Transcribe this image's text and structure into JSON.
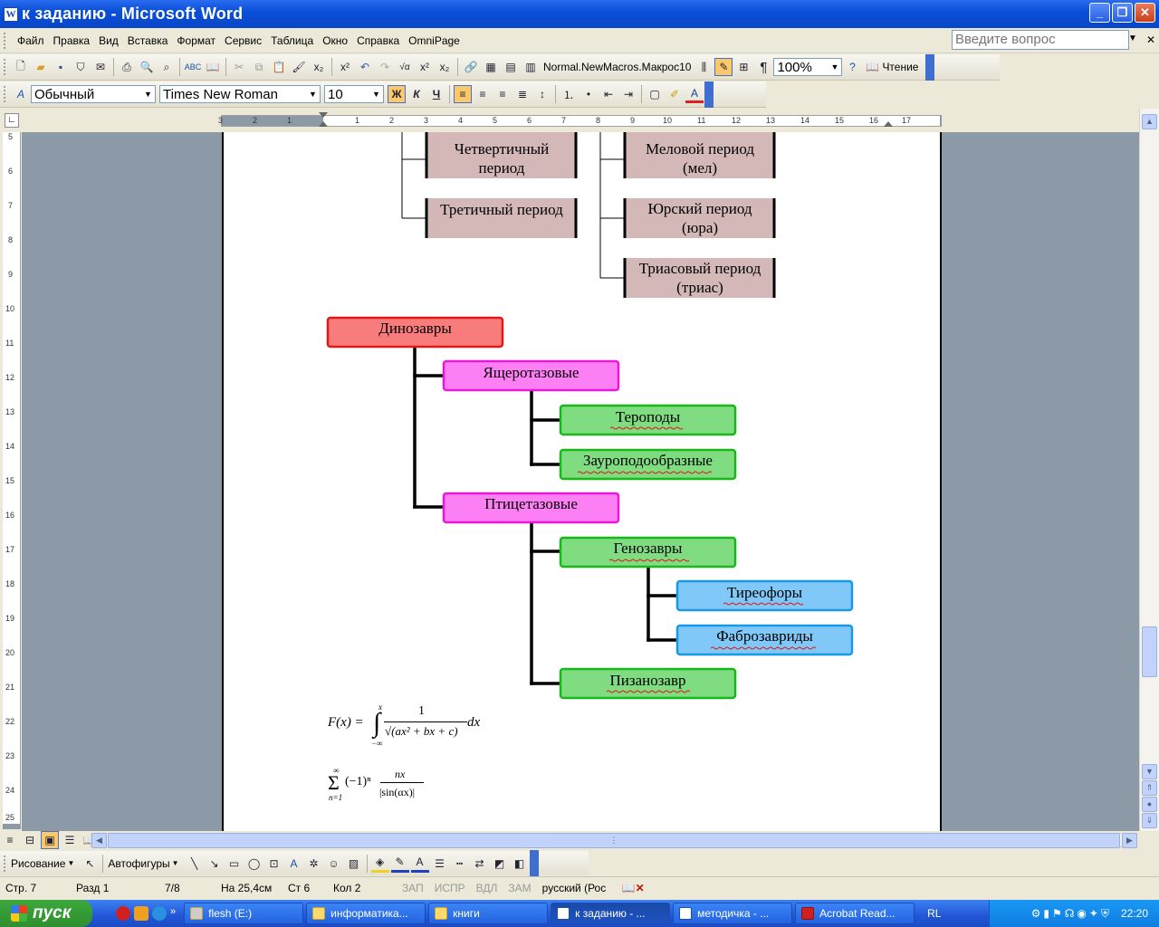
{
  "window": {
    "title": "к заданию - Microsoft Word",
    "minimize": "_",
    "restore": "❐",
    "close": "✕"
  },
  "menu": [
    "Файл",
    "Правка",
    "Вид",
    "Вставка",
    "Формат",
    "Сервис",
    "Таблица",
    "Окно",
    "Справка",
    "OmniPage"
  ],
  "ask_box": {
    "placeholder": "Введите вопрос"
  },
  "toolbar": {
    "macro": "Normal.NewMacros.Макрос10",
    "zoom": "100%",
    "reading": "Чтение"
  },
  "formatting": {
    "style": "Обычный",
    "font": "Times New Roman",
    "size": "10",
    "bold": "Ж",
    "italic": "К",
    "underline": "Ч"
  },
  "ruler_h": [
    "3",
    "2",
    "1",
    "1",
    "2",
    "3",
    "4",
    "5",
    "6",
    "7",
    "8",
    "9",
    "10",
    "11",
    "12",
    "13",
    "14",
    "15",
    "16",
    "17"
  ],
  "ruler_v": [
    "5",
    "6",
    "7",
    "8",
    "9",
    "10",
    "11",
    "12",
    "13",
    "14",
    "15",
    "16",
    "17",
    "18",
    "19",
    "20",
    "21",
    "22",
    "23",
    "24",
    "25"
  ],
  "document": {
    "periods_left": [
      "Четвертичный период",
      "Третичный период"
    ],
    "periods_right": [
      "Меловой период (мел)",
      "Юрский период (юра)",
      "Триасовый период (триас)"
    ],
    "tree": {
      "root": "Динозавры",
      "group1": "Ящеротазовые",
      "group1_children": [
        "Тероподы",
        "Зауроподообразные"
      ],
      "group2": "Птицетазовые",
      "group2_child": "Генозавры",
      "genosaur_children": [
        "Тиреофоры",
        "Фаброзавриды"
      ],
      "group2_child2": "Пизанозавр"
    },
    "formula1": {
      "lhs": "F(x) =",
      "numerator": "1",
      "denominator": "√(ax² + bx + c)",
      "dx": "dx",
      "upper": "x",
      "lower": "−∞"
    },
    "formula2": {
      "sum_top": "∞",
      "sum_bottom": "n=1",
      "term": "(−1)ⁿ",
      "numerator": "nx",
      "denominator": "|sin(αx)|"
    }
  },
  "drawing": {
    "draw": "Рисование",
    "autoshapes": "Автофигуры"
  },
  "status": {
    "page": "Стр. 7",
    "section": "Разд 1",
    "pages": "7/8",
    "at": "На 25,4см",
    "line": "Ст 6",
    "col": "Кол 2",
    "rec": "ЗАП",
    "trk": "ИСПР",
    "ext": "ВДЛ",
    "ovr": "ЗАМ",
    "lang": "русский (Рос"
  },
  "taskbar": {
    "start": "пуск",
    "tasks": [
      "flesh (E:)",
      "информатика...",
      "книги",
      "к заданию - ...",
      "методичка - ...",
      "Acrobat Read..."
    ],
    "lang": "RL",
    "clock": "22:20"
  },
  "colors": {
    "root": "#f87c7c",
    "group": "#fc80f4",
    "leaf": "#80dc80",
    "blue": "#80c8f8",
    "period_box": "#d4b8b8"
  }
}
